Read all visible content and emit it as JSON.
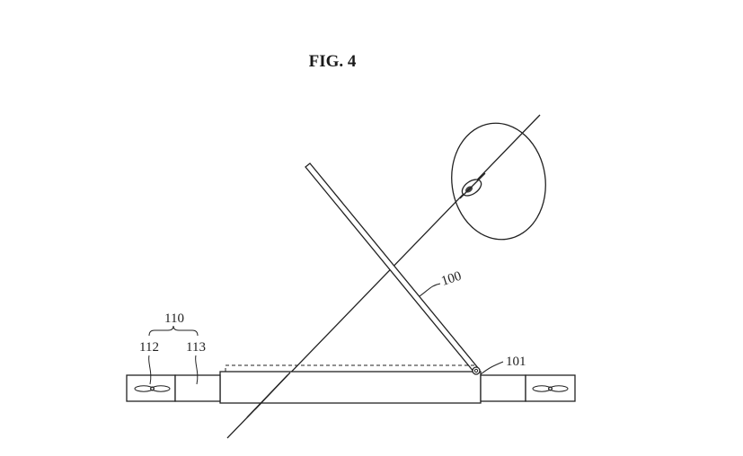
{
  "figure": {
    "title": "FIG. 4",
    "labels": {
      "device": "100",
      "hinge": "101",
      "fan_module": "110",
      "fan": "112",
      "fan_duct": "113"
    },
    "colors": {
      "line": "#222222",
      "background": "#ffffff"
    }
  }
}
